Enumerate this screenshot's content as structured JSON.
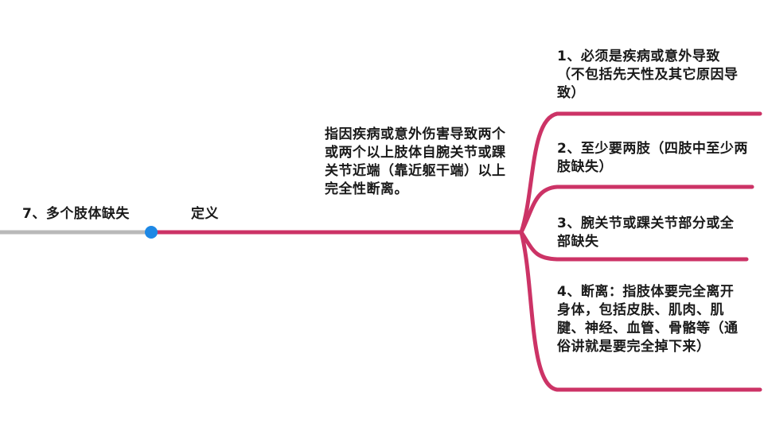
{
  "colors": {
    "root_line": "#b9b9b9",
    "branch_line": "#cc3366",
    "node_dot": "#1e88e5",
    "text": "#1a1a1a"
  },
  "root": {
    "label": "7、多个肢体缺失"
  },
  "definition": {
    "label": "定义",
    "description": "指因疾病或意外伤害导致两个或两个以上肢体自腕关节或踝关节近端（靠近躯干端）以上完全性断离。"
  },
  "criteria": [
    {
      "text": "1、必须是疾病或意外导致（不包括先天性及其它原因导致）"
    },
    {
      "text": "2、至少要两肢（四肢中至少两肢缺失）"
    },
    {
      "text": "3、腕关节或踝关节部分或全部缺失"
    },
    {
      "text": "4、断离：指肢体要完全离开身体，包括皮肤、肌肉、肌腱、神经、血管、骨骼等（通俗讲就是要完全掉下来）"
    }
  ]
}
